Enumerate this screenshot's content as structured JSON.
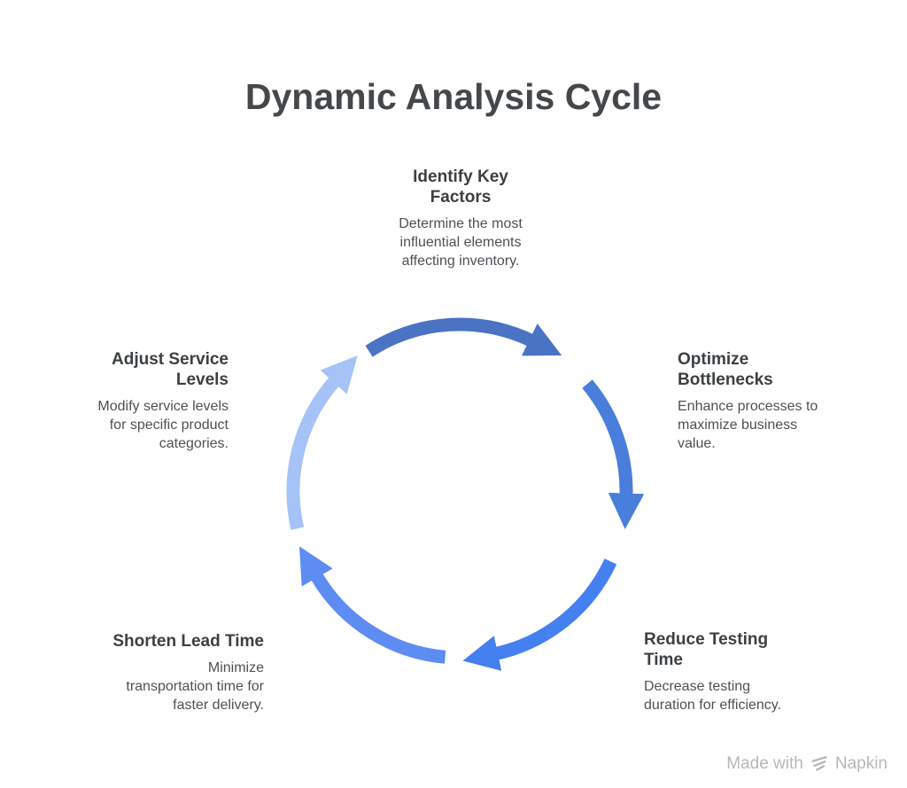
{
  "title": "Dynamic Analysis Cycle",
  "steps": [
    {
      "name": "identify-key-factors",
      "heading": "Identify Key\nFactors",
      "body": "Determine the most\ninfluential elements\naffecting inventory.",
      "arc_color": "#4a73c4"
    },
    {
      "name": "optimize-bottlenecks",
      "heading": "Optimize\nBottlenecks",
      "body": "Enhance processes to\nmaximize business\nvalue.",
      "arc_color": "#4a7edb"
    },
    {
      "name": "reduce-testing-time",
      "heading": "Reduce Testing\nTime",
      "body": "Decrease testing\nduration for efficiency.",
      "arc_color": "#4480f0"
    },
    {
      "name": "shorten-lead-time",
      "heading": "Shorten Lead Time",
      "body": "Minimize\ntransportation time for\nfaster delivery.",
      "arc_color": "#5d8cf3"
    },
    {
      "name": "adjust-service-levels",
      "heading": "Adjust Service\nLevels",
      "body": "Modify service levels\nfor specific product\ncategories.",
      "arc_color": "#a6c3f8"
    }
  ],
  "cycle": {
    "direction": "clockwise",
    "segment_count": 5
  },
  "watermark": {
    "prefix": "Made with",
    "brand": "Napkin",
    "color": "#b4b8bc"
  }
}
